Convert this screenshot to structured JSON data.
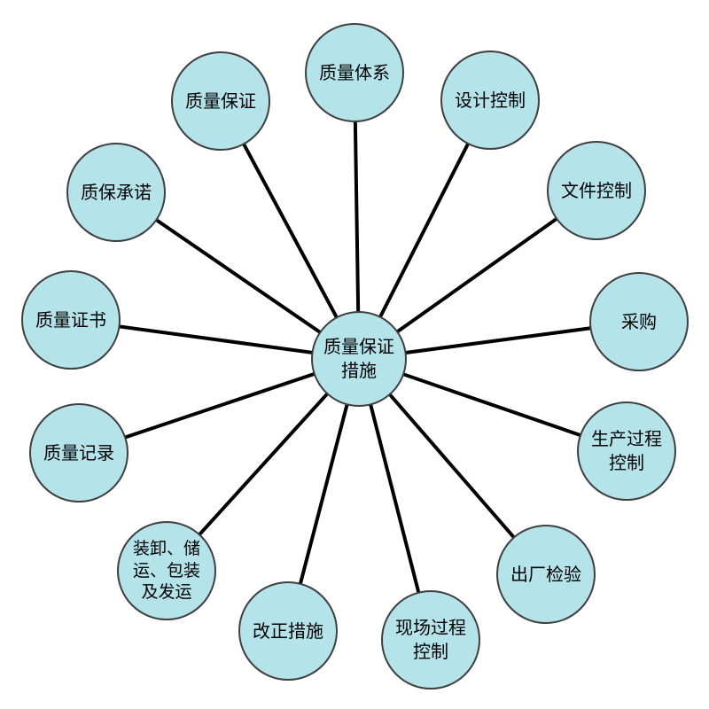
{
  "diagram": {
    "title": "质量保证措施",
    "type": "radial-spoke-diagram",
    "center_node": {
      "id": "quality-assurance-measures",
      "label": "质量保证\n措施"
    },
    "outer_nodes": [
      {
        "id": "quality-system",
        "label": "质量体系"
      },
      {
        "id": "quality-assurance",
        "label": "质量保证"
      },
      {
        "id": "design-control",
        "label": "设计控制"
      },
      {
        "id": "qa-commitment",
        "label": "质保承诺"
      },
      {
        "id": "document-control",
        "label": "文件控制"
      },
      {
        "id": "quality-certificate",
        "label": "质量证书"
      },
      {
        "id": "procurement",
        "label": "采购"
      },
      {
        "id": "quality-records",
        "label": "质量记录"
      },
      {
        "id": "production-process-control",
        "label": "生产过程\n控制"
      },
      {
        "id": "handling-storage-packing-shipping",
        "label": "装卸、储\n运、包装\n及发运"
      },
      {
        "id": "factory-inspection",
        "label": "出厂检验"
      },
      {
        "id": "corrective-measures",
        "label": "改正措施"
      },
      {
        "id": "onsite-process-control",
        "label": "现场过程\n控制"
      }
    ],
    "colors": {
      "node_fill": "#b5e3ea",
      "node_border": "#3f3f3f",
      "connector": "#000000",
      "text": "#000000",
      "background": "#ffffff"
    }
  }
}
